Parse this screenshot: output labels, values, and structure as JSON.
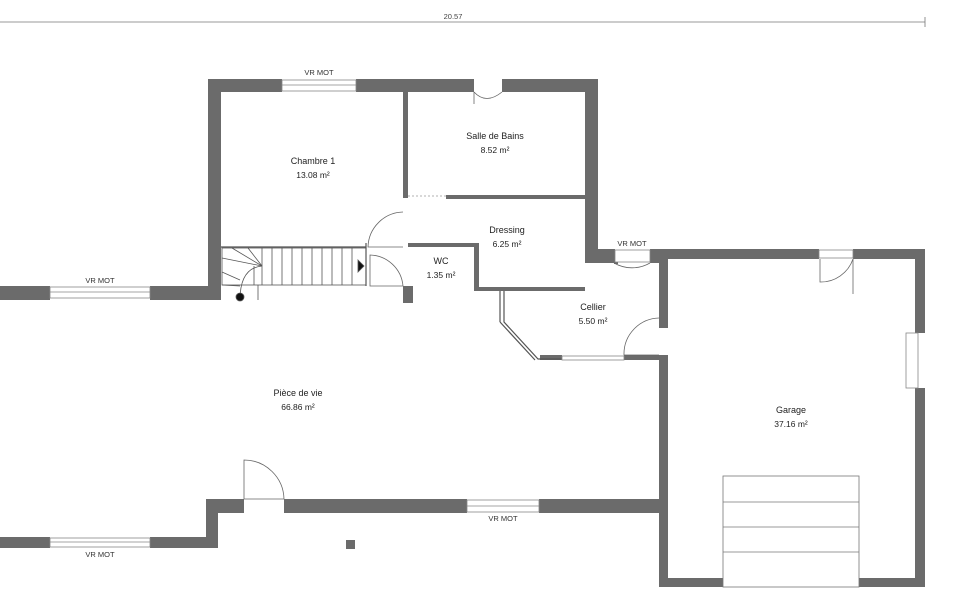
{
  "plan": {
    "overall_dimension": "20.57",
    "shutter_label": "VR MOT",
    "rooms": [
      {
        "name": "Chambre 1",
        "area": "13.08 m²"
      },
      {
        "name": "Salle de Bains",
        "area": "8.52 m²"
      },
      {
        "name": "Dressing",
        "area": "6.25 m²"
      },
      {
        "name": "WC",
        "area": "1.35 m²"
      },
      {
        "name": "Cellier",
        "area": "5.50 m²"
      },
      {
        "name": "Pièce de vie",
        "area": "66.86 m²"
      },
      {
        "name": "Garage",
        "area": "37.16 m²"
      }
    ],
    "colors": {
      "wall": "#6b6b6b",
      "line": "#555555",
      "window": "#888888"
    }
  }
}
